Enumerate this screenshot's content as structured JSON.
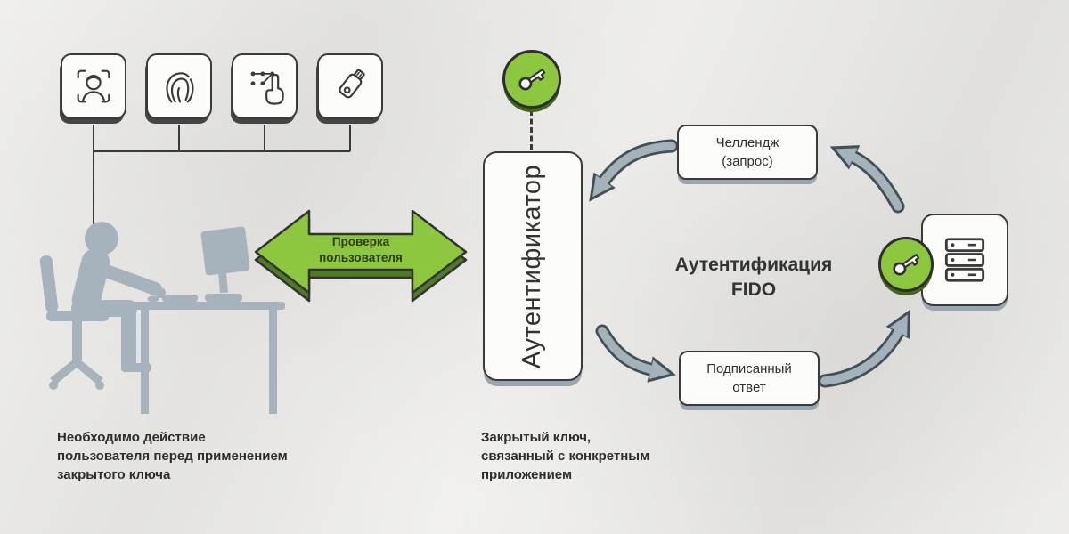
{
  "title": "FIDO authentication diagram",
  "colors": {
    "background": "#e9e8e5",
    "accent_green": "#8dc63f",
    "accent_green_dark": "#4f7a28",
    "outline_dark": "#3a3a3a",
    "arrow_gray": "#a6b2ba",
    "arrow_gray_dark": "#41505a",
    "silhouette_gray": "#a7b3bc"
  },
  "auth_method_icons": [
    {
      "icon": "face-recognition-icon"
    },
    {
      "icon": "fingerprint-icon"
    },
    {
      "icon": "pin-pattern-icon"
    },
    {
      "icon": "usb-key-icon"
    }
  ],
  "verification_arrow": {
    "label": "Проверка\nпользователя"
  },
  "authenticator": {
    "label": "Аутентификатор",
    "icon": "key-icon"
  },
  "fido_flow": {
    "title": "Аутентификация\nFIDO",
    "challenge": {
      "label": "Челлендж\n(запрос)"
    },
    "signed_response": {
      "label": "Подписанный\nответ"
    },
    "server_icon": "server-icon",
    "server_key_icon": "key-icon"
  },
  "captions": {
    "user_action": "Необходимо действие\nпользователя перед применением\nзакрытого ключа",
    "private_key": "Закрытый ключ,\nсвязанный с конкретным\nприложением"
  }
}
